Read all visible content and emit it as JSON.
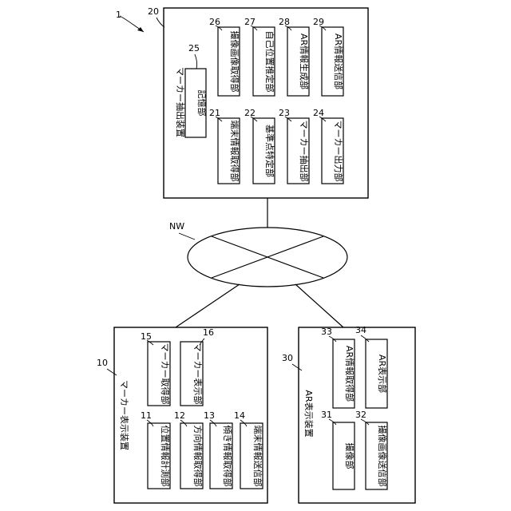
{
  "system": {
    "ref": "1"
  },
  "network": {
    "ref": "NW"
  },
  "marker_extraction_device": {
    "ref": "20",
    "title": "マーカー抽出装置",
    "units": [
      {
        "ref": "25",
        "label": "記憶部"
      },
      {
        "ref": "21",
        "label": "端末情報取得部"
      },
      {
        "ref": "22",
        "label": "基準点特定部"
      },
      {
        "ref": "23",
        "label": "マーカー抽出部"
      },
      {
        "ref": "24",
        "label": "マーカー出力部"
      },
      {
        "ref": "26",
        "label": "撮像画像取得部"
      },
      {
        "ref": "27",
        "label": "自己位置推定部"
      },
      {
        "ref": "28",
        "label": "AR情報生成部"
      },
      {
        "ref": "29",
        "label": "AR情報送信部"
      }
    ]
  },
  "marker_display_device": {
    "ref": "10",
    "title": "マーカー表示装置",
    "units": [
      {
        "ref": "15",
        "label": "マーカー取得部"
      },
      {
        "ref": "16",
        "label": "マーカー表示部"
      },
      {
        "ref": "11",
        "label": "位置情報計測部"
      },
      {
        "ref": "12",
        "label": "方向情報取得部"
      },
      {
        "ref": "13",
        "label": "傾き情報取得部"
      },
      {
        "ref": "14",
        "label": "端末情報送信部"
      }
    ]
  },
  "ar_display_device": {
    "ref": "30",
    "title": "AR表示装置",
    "units": [
      {
        "ref": "33",
        "label": "AR情報取得部"
      },
      {
        "ref": "34",
        "label": "AR表示部"
      },
      {
        "ref": "31",
        "label": "撮像部"
      },
      {
        "ref": "32",
        "label": "撮像画像送信部"
      }
    ]
  }
}
